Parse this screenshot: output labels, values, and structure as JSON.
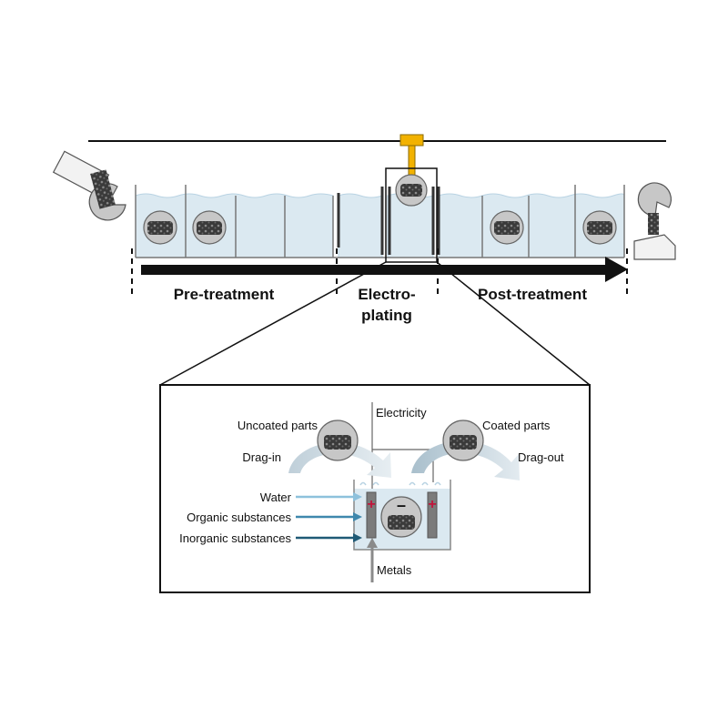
{
  "stages": {
    "pretreatment": "Pre-treatment",
    "electroplating_line1": "Electro-",
    "electroplating_line2": "plating",
    "posttreatment": "Post-treatment"
  },
  "detail": {
    "electricity": "Electricity",
    "uncoated_parts": "Uncoated parts",
    "coated_parts": "Coated parts",
    "drag_in": "Drag-in",
    "drag_out": "Drag-out",
    "water": "Water",
    "organic": "Organic substances",
    "inorganic": "Inorganic substances",
    "metals": "Metals",
    "cathode_sign": "–",
    "anode_sign": "+"
  },
  "colors": {
    "bath_water": "#dbe9f1",
    "wave": "#b9d3e3",
    "drum": "#c7c7c7",
    "hanger": "#f2b200",
    "water_arrow": "#8ec1dc",
    "organic_arrow": "#3f88ad",
    "inorganic_arrow": "#1f5a76",
    "metals_arrow": "#8a8a8a",
    "drag_arrow": "#c2d2dc",
    "anode": "#7b7b7b",
    "plus": "#c0143c"
  }
}
